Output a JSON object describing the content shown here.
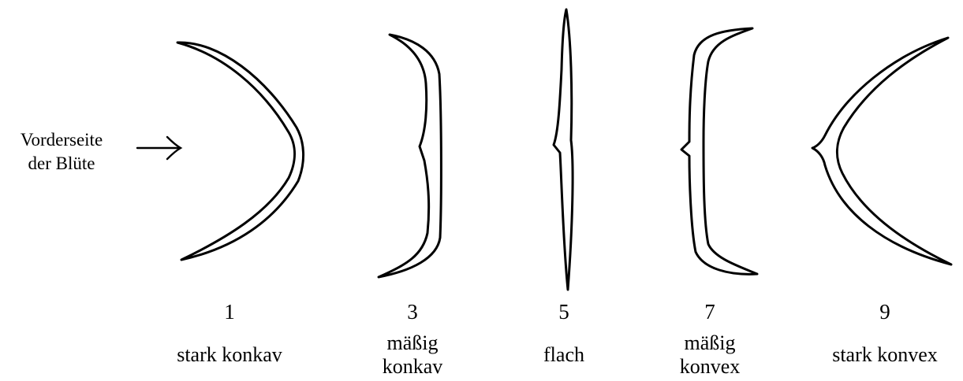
{
  "side_label": {
    "line1": "Vorderseite",
    "line2": "der Blüte"
  },
  "arrow_icon": "right-arrow-icon",
  "shapes": [
    {
      "number": "1",
      "caption_lines": [
        "stark konkav"
      ]
    },
    {
      "number": "3",
      "caption_lines": [
        "mäßig",
        "konkav"
      ]
    },
    {
      "number": "5",
      "caption_lines": [
        "flach"
      ]
    },
    {
      "number": "7",
      "caption_lines": [
        "mäßig",
        "konvex"
      ]
    },
    {
      "number": "9",
      "caption_lines": [
        "stark konvex"
      ]
    }
  ],
  "colors": {
    "line": "#000000",
    "background": "#ffffff"
  }
}
